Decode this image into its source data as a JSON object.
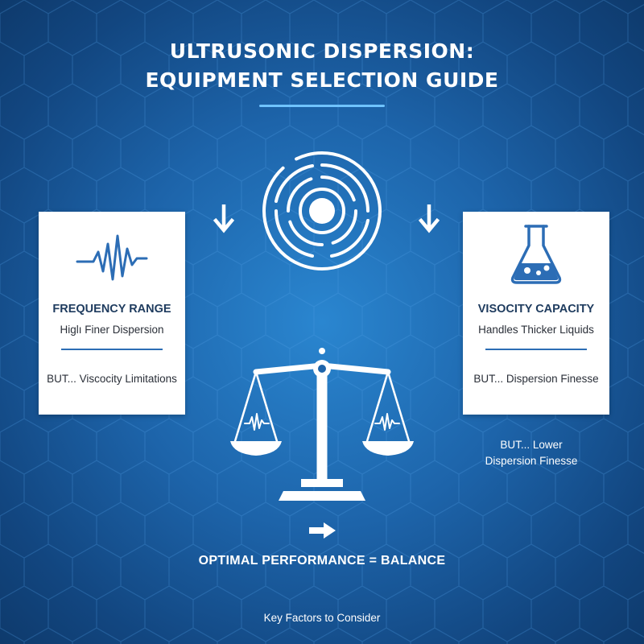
{
  "title": {
    "line1": "ULTRUSONIC DISPERSION:",
    "line2": "EQUIPMENT SELECTION GUIDE"
  },
  "left_card": {
    "icon": "waveform-icon",
    "heading": "FREQUENCY RANGE",
    "subtitle": "Higlı Finer Dispersion",
    "note": "BUT... Viscocity Limitations"
  },
  "right_card": {
    "icon": "flask-icon",
    "heading": "VISOCITY CAPACITY",
    "subtitle": "Handles Thicker Liquids",
    "note": "BUT... Dispersion Finesse"
  },
  "side_note": "BUT... Lower Dispersion Finesse",
  "result": "OPTIMAL PERFORMANCE = BALANCE",
  "footer": "Key Factors to Consider",
  "icons": [
    "sound-wave-icon",
    "arrow-down-icon",
    "balance-scale-icon",
    "arrow-right-icon"
  ],
  "colors": {
    "background": "#1d64aa",
    "accent": "#6fc3ff",
    "card_text": "#1e3b5e",
    "icon_blue": "#2c6db5"
  }
}
